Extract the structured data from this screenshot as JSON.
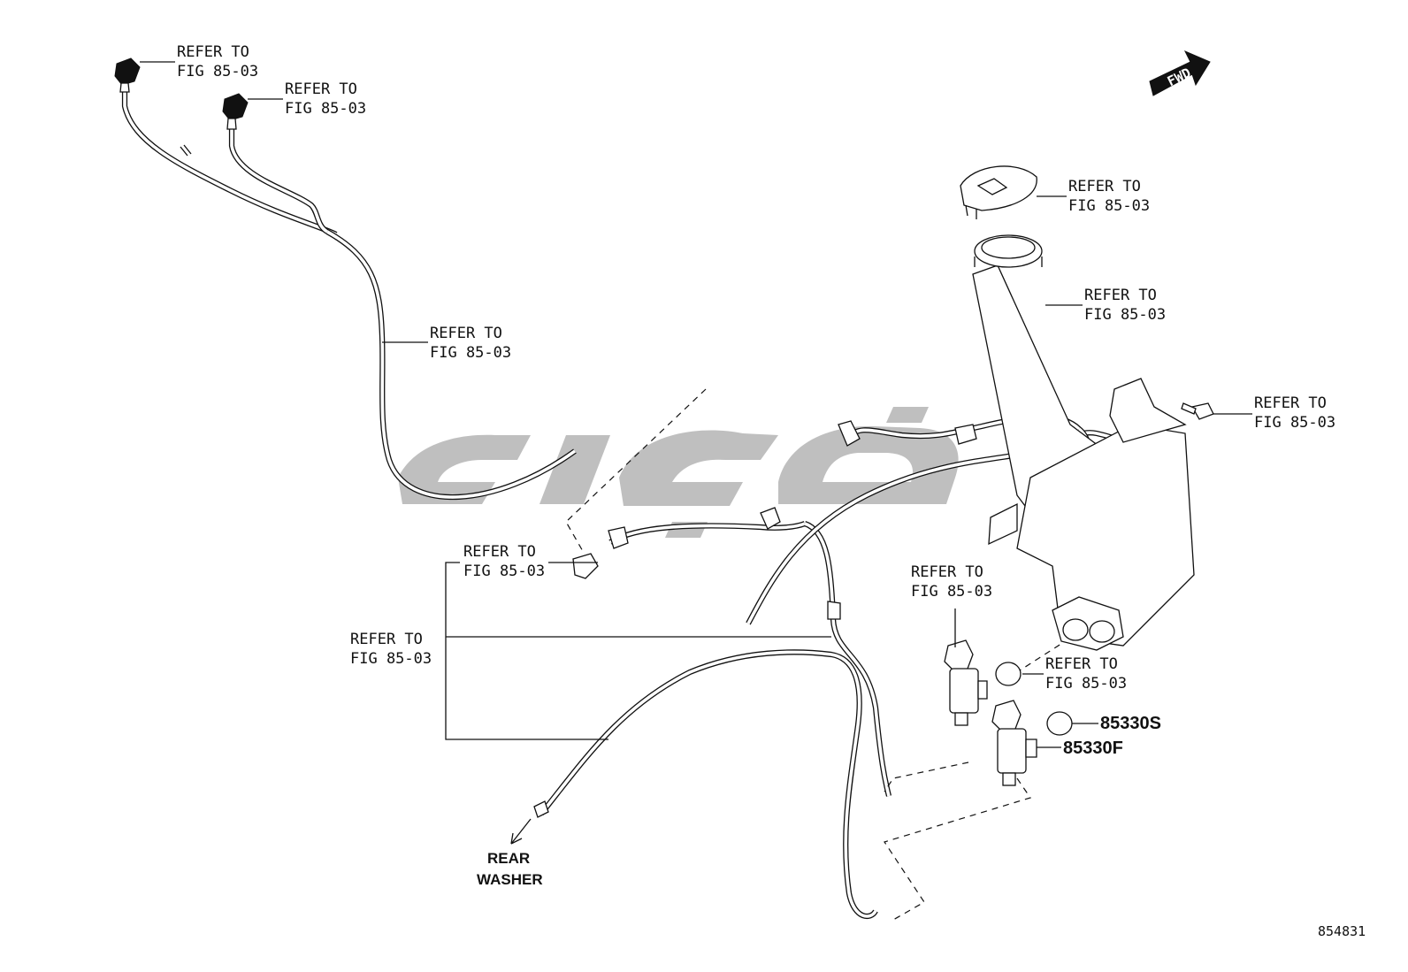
{
  "diagram": {
    "refer_label_line1": "REFER TO",
    "refer_label_line2": "FIG 85-03",
    "parts": [
      {
        "number": "85330S"
      },
      {
        "number": "85330F"
      }
    ],
    "rear_washer": [
      "REAR",
      "WASHER"
    ],
    "direction_arrow": "FWD",
    "figure_code": "854831",
    "watermark": "تاپ پارت"
  }
}
